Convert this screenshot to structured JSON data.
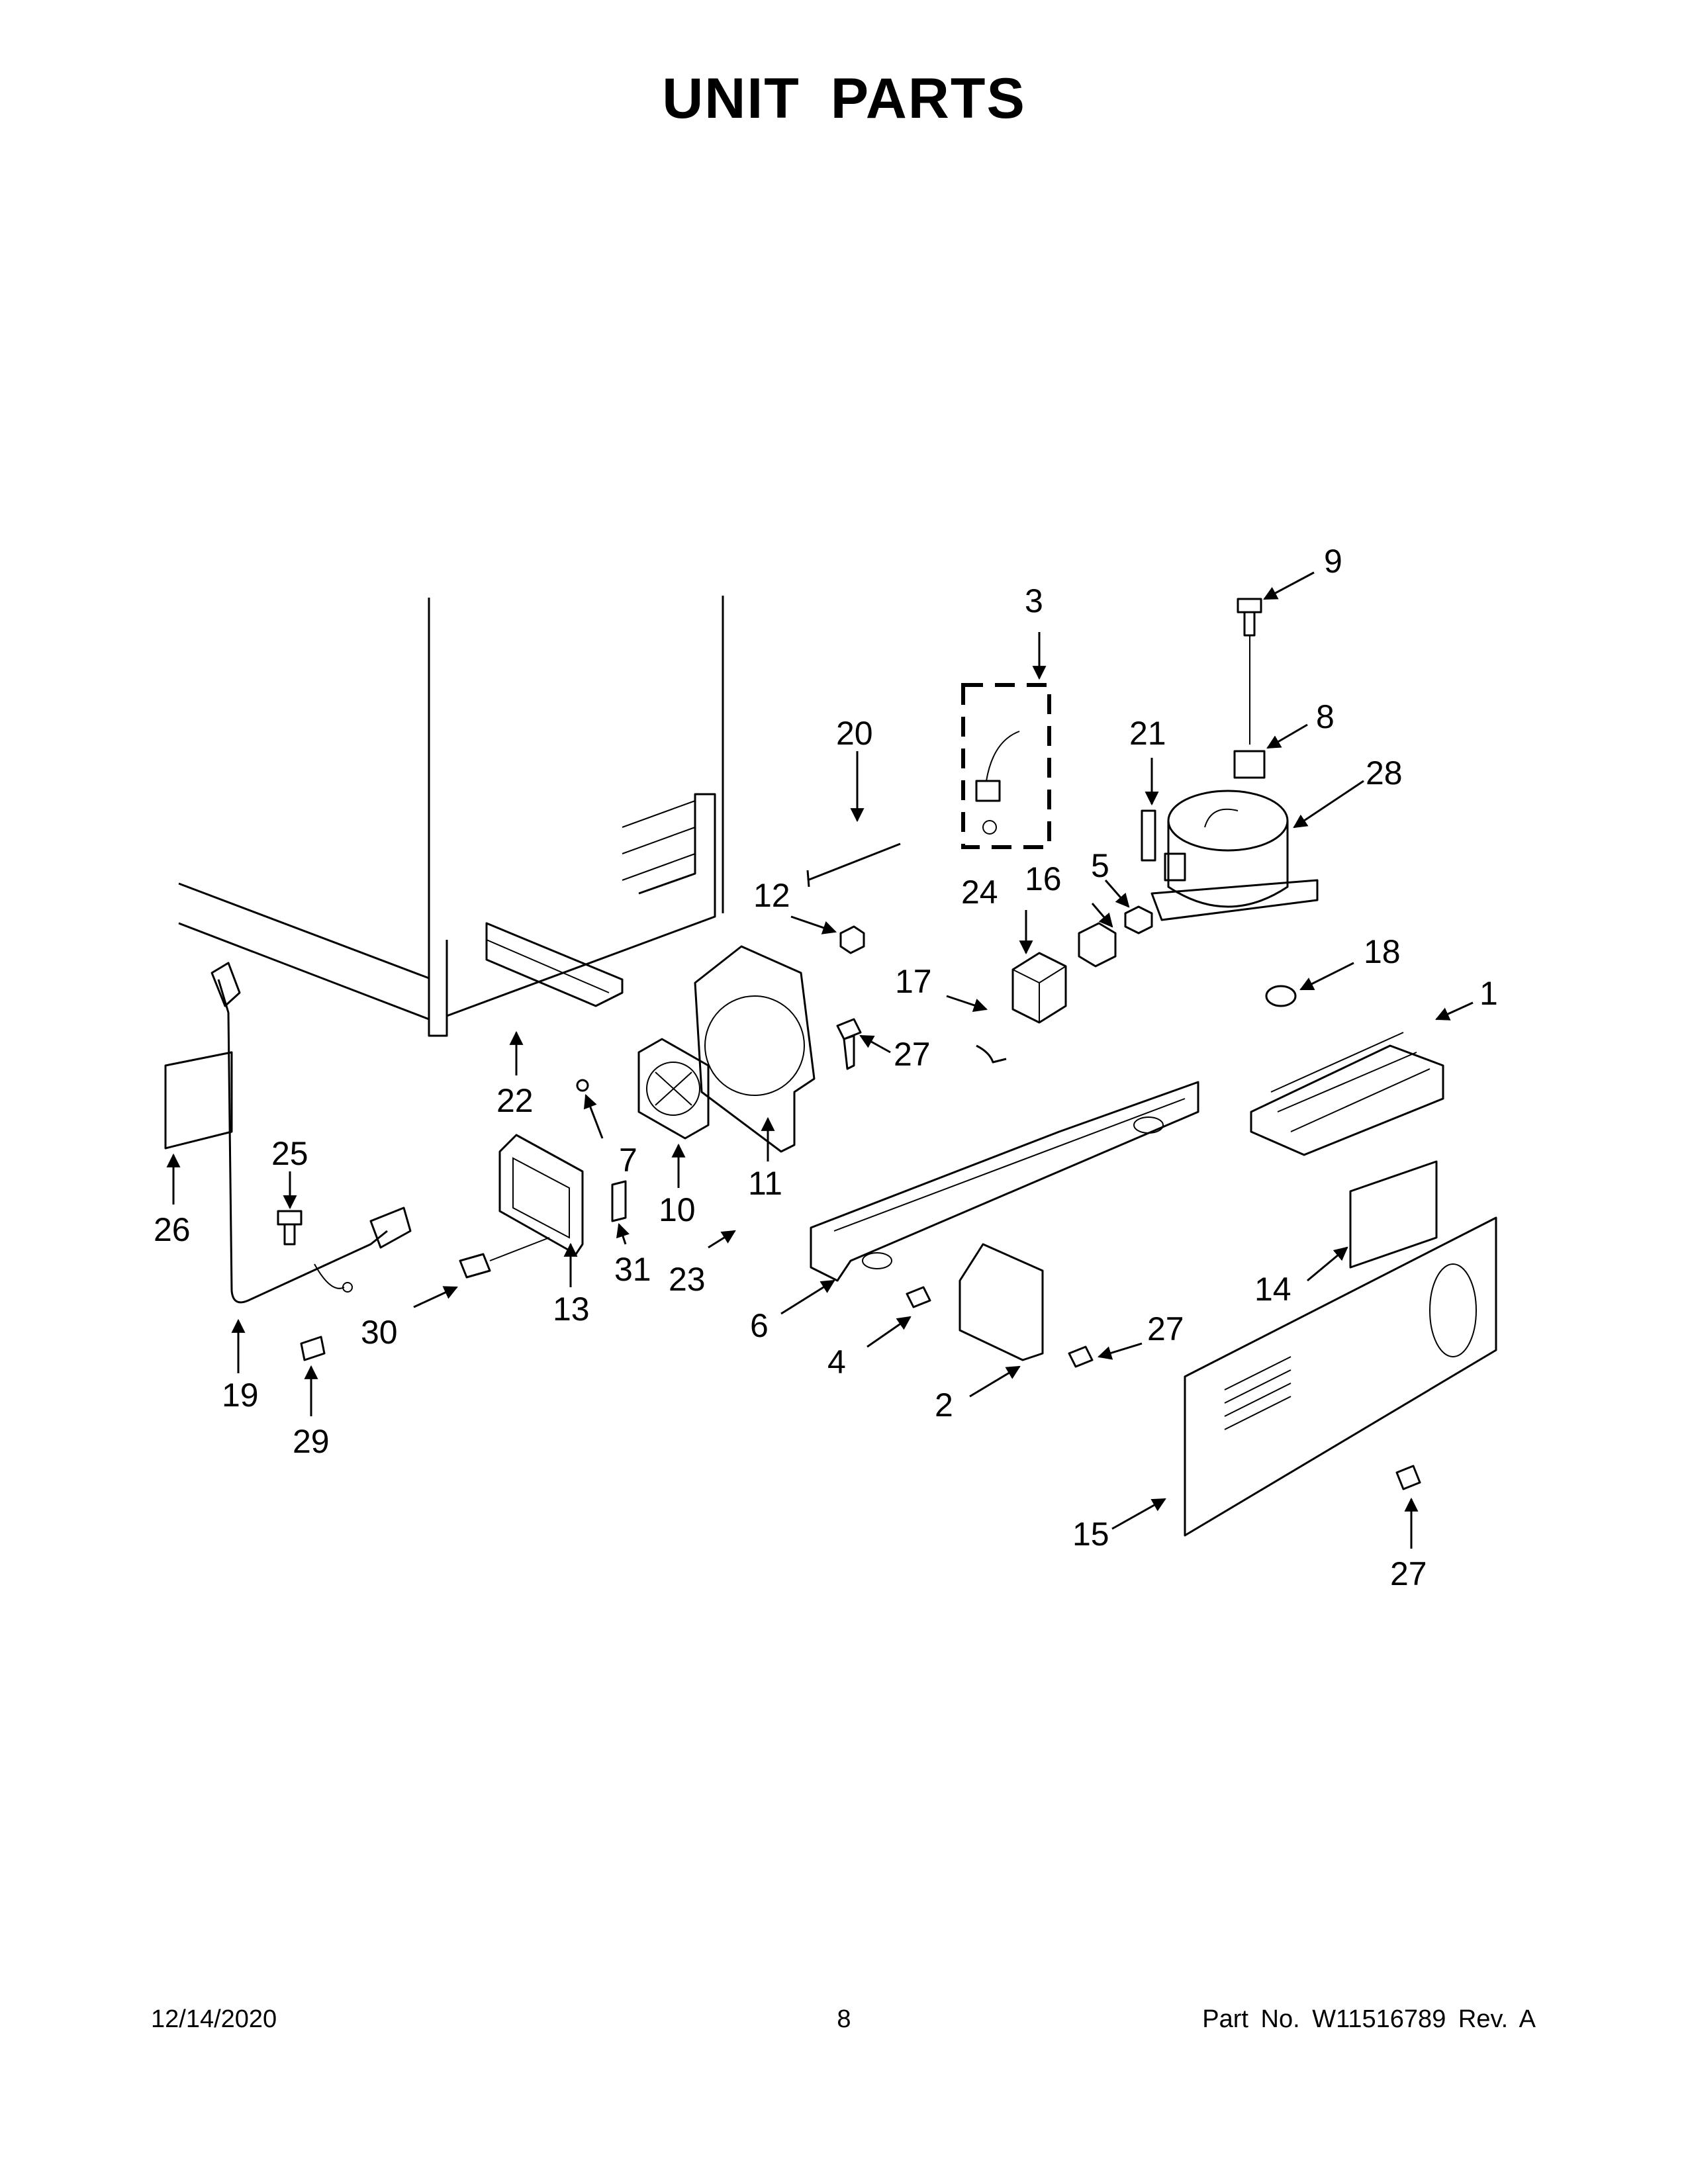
{
  "header": {
    "title": "UNIT PARTS"
  },
  "callouts": [
    "1",
    "2",
    "3",
    "4",
    "5",
    "6",
    "7",
    "8",
    "9",
    "10",
    "11",
    "12",
    "13",
    "14",
    "15",
    "16",
    "17",
    "18",
    "19",
    "20",
    "21",
    "22",
    "23",
    "24",
    "25",
    "26",
    "27",
    "28",
    "29",
    "30",
    "31"
  ],
  "footer": {
    "date": "12/14/2020",
    "page_number": "8",
    "part_number": "Part No.  W11516789  Rev.  A"
  }
}
